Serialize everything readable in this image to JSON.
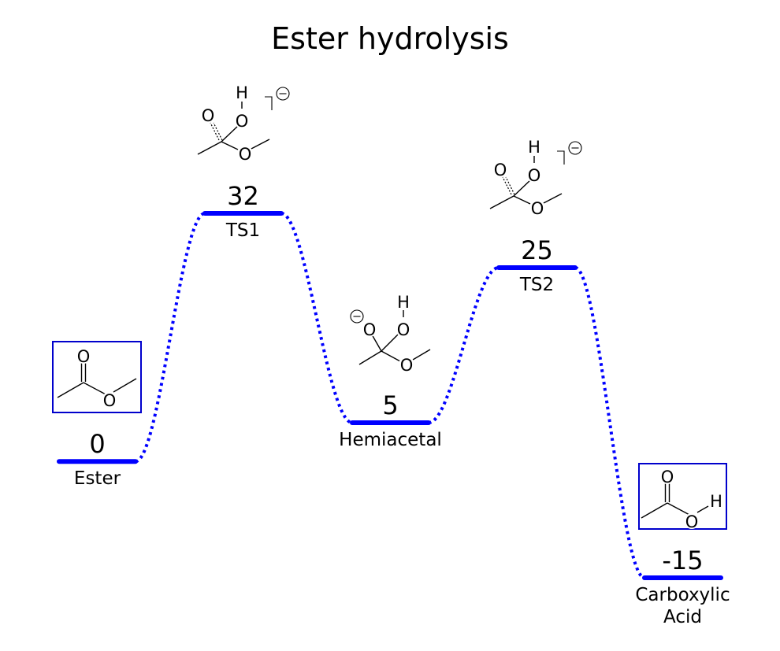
{
  "chart_data": {
    "type": "line",
    "title": "Ester hydrolysis",
    "xlabel": "",
    "ylabel": "",
    "ylim": [
      -15,
      32
    ],
    "grid": false,
    "line_color": "#0000ff",
    "connector_style": "dotted",
    "states": [
      {
        "label": "Ester",
        "label_lines": [
          "Ester"
        ],
        "value": 0,
        "value_text": "0",
        "structure": "ester",
        "boxed": true
      },
      {
        "label": "TS1",
        "label_lines": [
          "TS1"
        ],
        "value": 32,
        "value_text": "32",
        "structure": "ts",
        "boxed": false
      },
      {
        "label": "Hemiacetal",
        "label_lines": [
          "Hemiacetal"
        ],
        "value": 5,
        "value_text": "5",
        "structure": "hemiacetal",
        "boxed": false
      },
      {
        "label": "TS2",
        "label_lines": [
          "TS2"
        ],
        "value": 25,
        "value_text": "25",
        "structure": "ts",
        "boxed": false
      },
      {
        "label": "Carboxylic Acid",
        "label_lines": [
          "Carboxylic",
          "Acid"
        ],
        "value": -15,
        "value_text": "-15",
        "structure": "acid",
        "boxed": true
      }
    ]
  },
  "atoms": {
    "oxygen": "O",
    "hydrogen": "H"
  }
}
